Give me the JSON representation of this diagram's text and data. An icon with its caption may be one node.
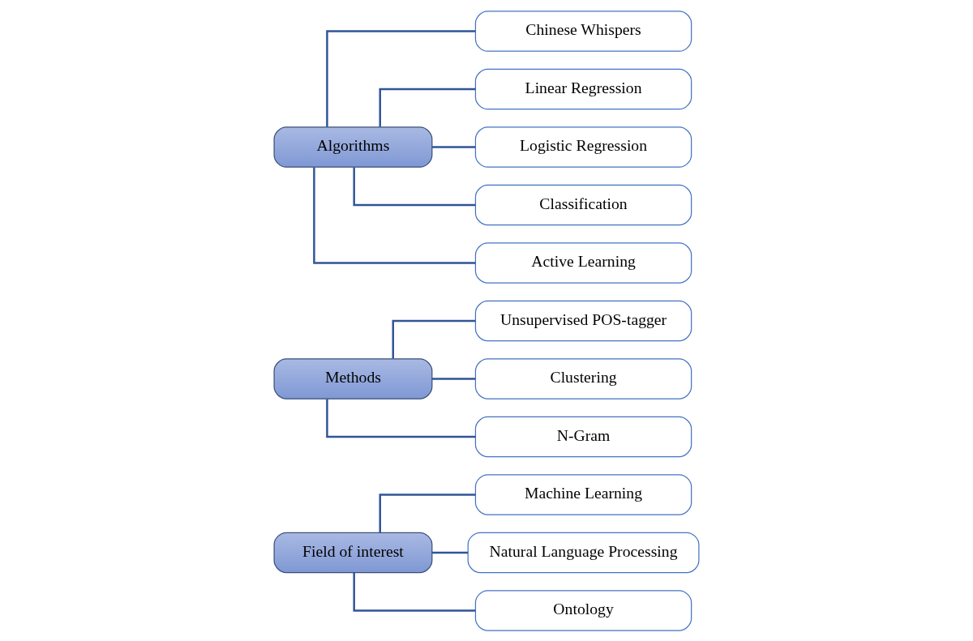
{
  "diagram": {
    "nodes": [
      {
        "text": [
          "Field of interest"
        ]
      },
      {
        "text": [
          "Machine Learning"
        ]
      },
      {
        "text": [
          "Natural Language Processing"
        ]
      },
      {
        "text": [
          "Ontology"
        ]
      },
      {
        "text": [
          "Methods"
        ]
      },
      {
        "text": [
          "Unsupervised POS-tagger"
        ]
      },
      {
        "text": [
          "Clustering"
        ]
      },
      {
        "text": [
          "N-Gram"
        ]
      },
      {
        "text": [
          "Algorithms"
        ]
      },
      {
        "text": [
          "Chinese Whispers"
        ]
      },
      {
        "text": [
          "Linear Regression"
        ]
      },
      {
        "text": [
          "Logistic Regression"
        ]
      },
      {
        "text": [
          "Classification"
        ]
      },
      {
        "text": [
          "Active Learning"
        ]
      }
    ],
    "edges": [
      {
        "from": 0,
        "to": 1,
        "arrow": "none"
      },
      {
        "from": 0,
        "to": 2,
        "arrow": "none"
      },
      {
        "from": 0,
        "to": 3,
        "arrow": "none"
      },
      {
        "from": 4,
        "to": 5,
        "arrow": "none"
      },
      {
        "from": 4,
        "to": 6,
        "arrow": "none"
      },
      {
        "from": 4,
        "to": 7,
        "arrow": "none"
      },
      {
        "from": 8,
        "to": 9,
        "arrow": "none"
      },
      {
        "from": 8,
        "to": 10,
        "arrow": "none"
      },
      {
        "from": 8,
        "to": 11,
        "arrow": "none"
      },
      {
        "from": 8,
        "to": 12,
        "arrow": "none"
      },
      {
        "from": 8,
        "to": 13,
        "arrow": "none"
      }
    ]
  }
}
